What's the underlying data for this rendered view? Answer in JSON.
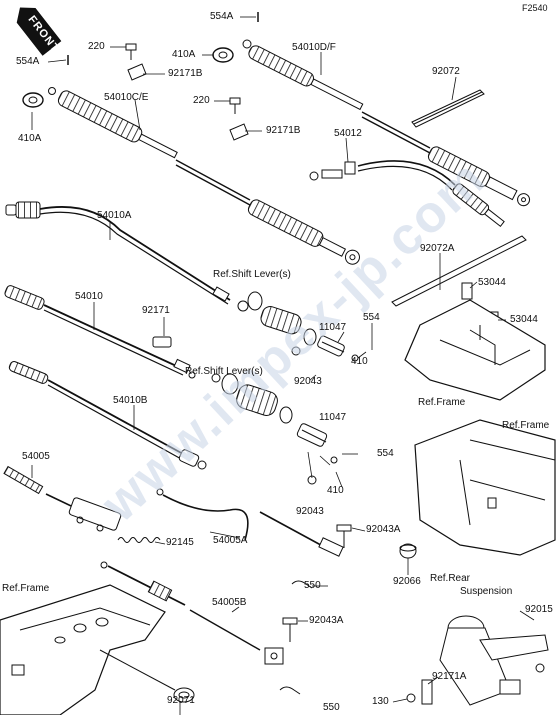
{
  "diagram_code": "F2540",
  "front_label": "FRONT",
  "watermark": "www.impex-jp.com",
  "colors": {
    "ink": "#111111",
    "paper": "#ffffff",
    "watermark": "#c8d4e6"
  },
  "labels": {
    "l554A_top": "554A",
    "l554A_left": "554A",
    "l220_a": "220",
    "l220_b": "220",
    "l410A_a": "410A",
    "l410A_b": "410A",
    "l54010DF": "54010D/F",
    "l92072": "92072",
    "l92171B_a": "92171B",
    "l92171B_b": "92171B",
    "l54010CE": "54010C/E",
    "l54012": "54012",
    "l54010A": "54010A",
    "l92072A": "92072A",
    "lRefShift_a": "Ref.Shift Lever(s)",
    "lRefShift_b": "Ref.Shift Lever(s)",
    "l53044_a": "53044",
    "l53044_b": "53044",
    "l54010": "54010",
    "l92171": "92171",
    "l554_a": "554",
    "l554_b": "554",
    "l11047_a": "11047",
    "l11047_b": "11047",
    "l410_a": "410",
    "l410_b": "410",
    "l92043_a": "92043",
    "l92043_b": "92043",
    "lRefFrame_a": "Ref.Frame",
    "lRefFrame_b": "Ref.Frame",
    "lRefFrame_c": "Ref.Frame",
    "l54010B": "54010B",
    "l54005": "54005",
    "l92145": "92145",
    "l54005A": "54005A",
    "l92043A_a": "92043A",
    "l92043A_b": "92043A",
    "l550_a": "550",
    "l550_b": "550",
    "l92066": "92066",
    "lRefRear_1": "Ref.Rear",
    "lRefRear_2": "Suspension",
    "l92015": "92015",
    "l54005B": "54005B",
    "l92171A": "92171A",
    "l130": "130",
    "l92071": "92071"
  }
}
